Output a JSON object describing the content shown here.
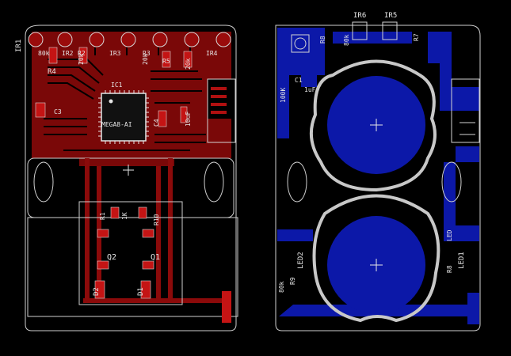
{
  "left_board": {
    "labels": {
      "ir1": "IR1",
      "ir2": "IR2",
      "ir3": "IR3",
      "ir4": "IR4",
      "r4": "R4",
      "r80k": "80k",
      "r2": "R2",
      "r20k_a": "20k",
      "r3": "R3",
      "r20k_b": "20k",
      "r5": "R5",
      "r20k_c": "20k",
      "ic1": "IC1",
      "mega": "MEGA8-AI",
      "c3": "C3",
      "c4": "C4",
      "val10u": "10uF",
      "r1": "R1",
      "r1k": "1K",
      "r10": "R10",
      "q1": "Q1",
      "q2": "Q2",
      "d1": "D1",
      "d2": "D2"
    }
  },
  "right_board": {
    "labels": {
      "ir6": "IR6",
      "ir5": "IR5",
      "r8": "R8",
      "r7": "R7",
      "r80k": "80k",
      "r100k": "100K",
      "c1": "C1",
      "val1uf": "1uF",
      "led1": "LED1",
      "led2": "LED2",
      "r9": "R9",
      "val80k": "80k",
      "r8b": "R8",
      "led": "LED"
    }
  },
  "colors": {
    "background": "#000000",
    "top_copper": "#8b0a0a",
    "bottom_copper": "#0c18a8",
    "silkscreen": "#d4d4d4",
    "outline": "#cfcfcf"
  }
}
